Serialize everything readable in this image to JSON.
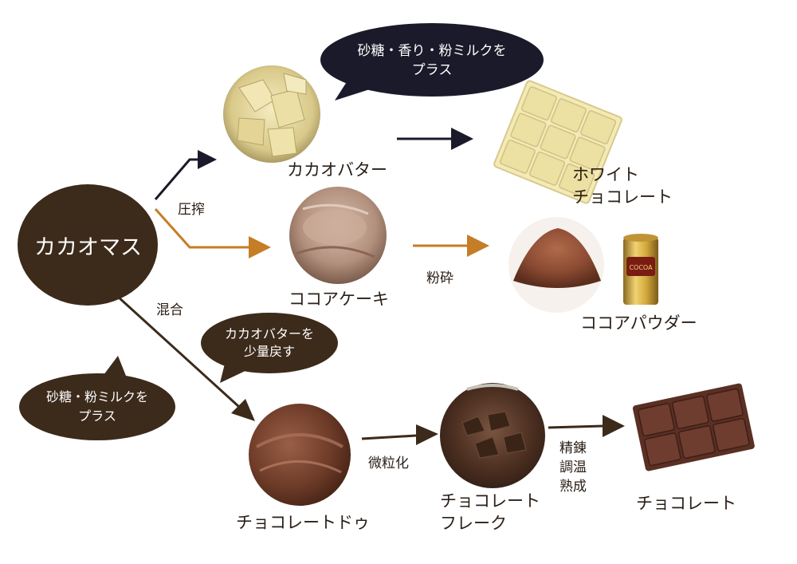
{
  "source_node": {
    "label": "カカオマス"
  },
  "products": {
    "cacao_butter": {
      "label": "カカオバター"
    },
    "white_chocolate": {
      "lines": [
        "ホワイト",
        "チョコレート"
      ]
    },
    "cocoa_cake": {
      "label": "ココアケーキ"
    },
    "cocoa_powder": {
      "label": "ココアパウダー",
      "can_text": "COCOA"
    },
    "chocolate_dough": {
      "label": "チョコレートドゥ"
    },
    "chocolate_flake": {
      "lines": [
        "チョコレート",
        "フレーク"
      ]
    },
    "chocolate": {
      "label": "チョコレート"
    }
  },
  "processes": {
    "press": "圧搾",
    "grind": "粉砕",
    "mix": "混合",
    "micronize": "微粒化",
    "refine": [
      "精錬",
      "調温",
      "熟成"
    ]
  },
  "bubbles": {
    "white_add": [
      "砂糖・香り・粉ミルクを",
      "プラス"
    ],
    "butter_return": [
      "カカオバターを",
      "少量戻す"
    ],
    "dough_add": [
      "砂糖・粉ミルクを",
      "プラス"
    ]
  },
  "colors": {
    "dark_navy": "#1b1a2a",
    "dark_brown": "#3c2a1b",
    "orange": "#c57d26",
    "text": "#2b2018"
  }
}
